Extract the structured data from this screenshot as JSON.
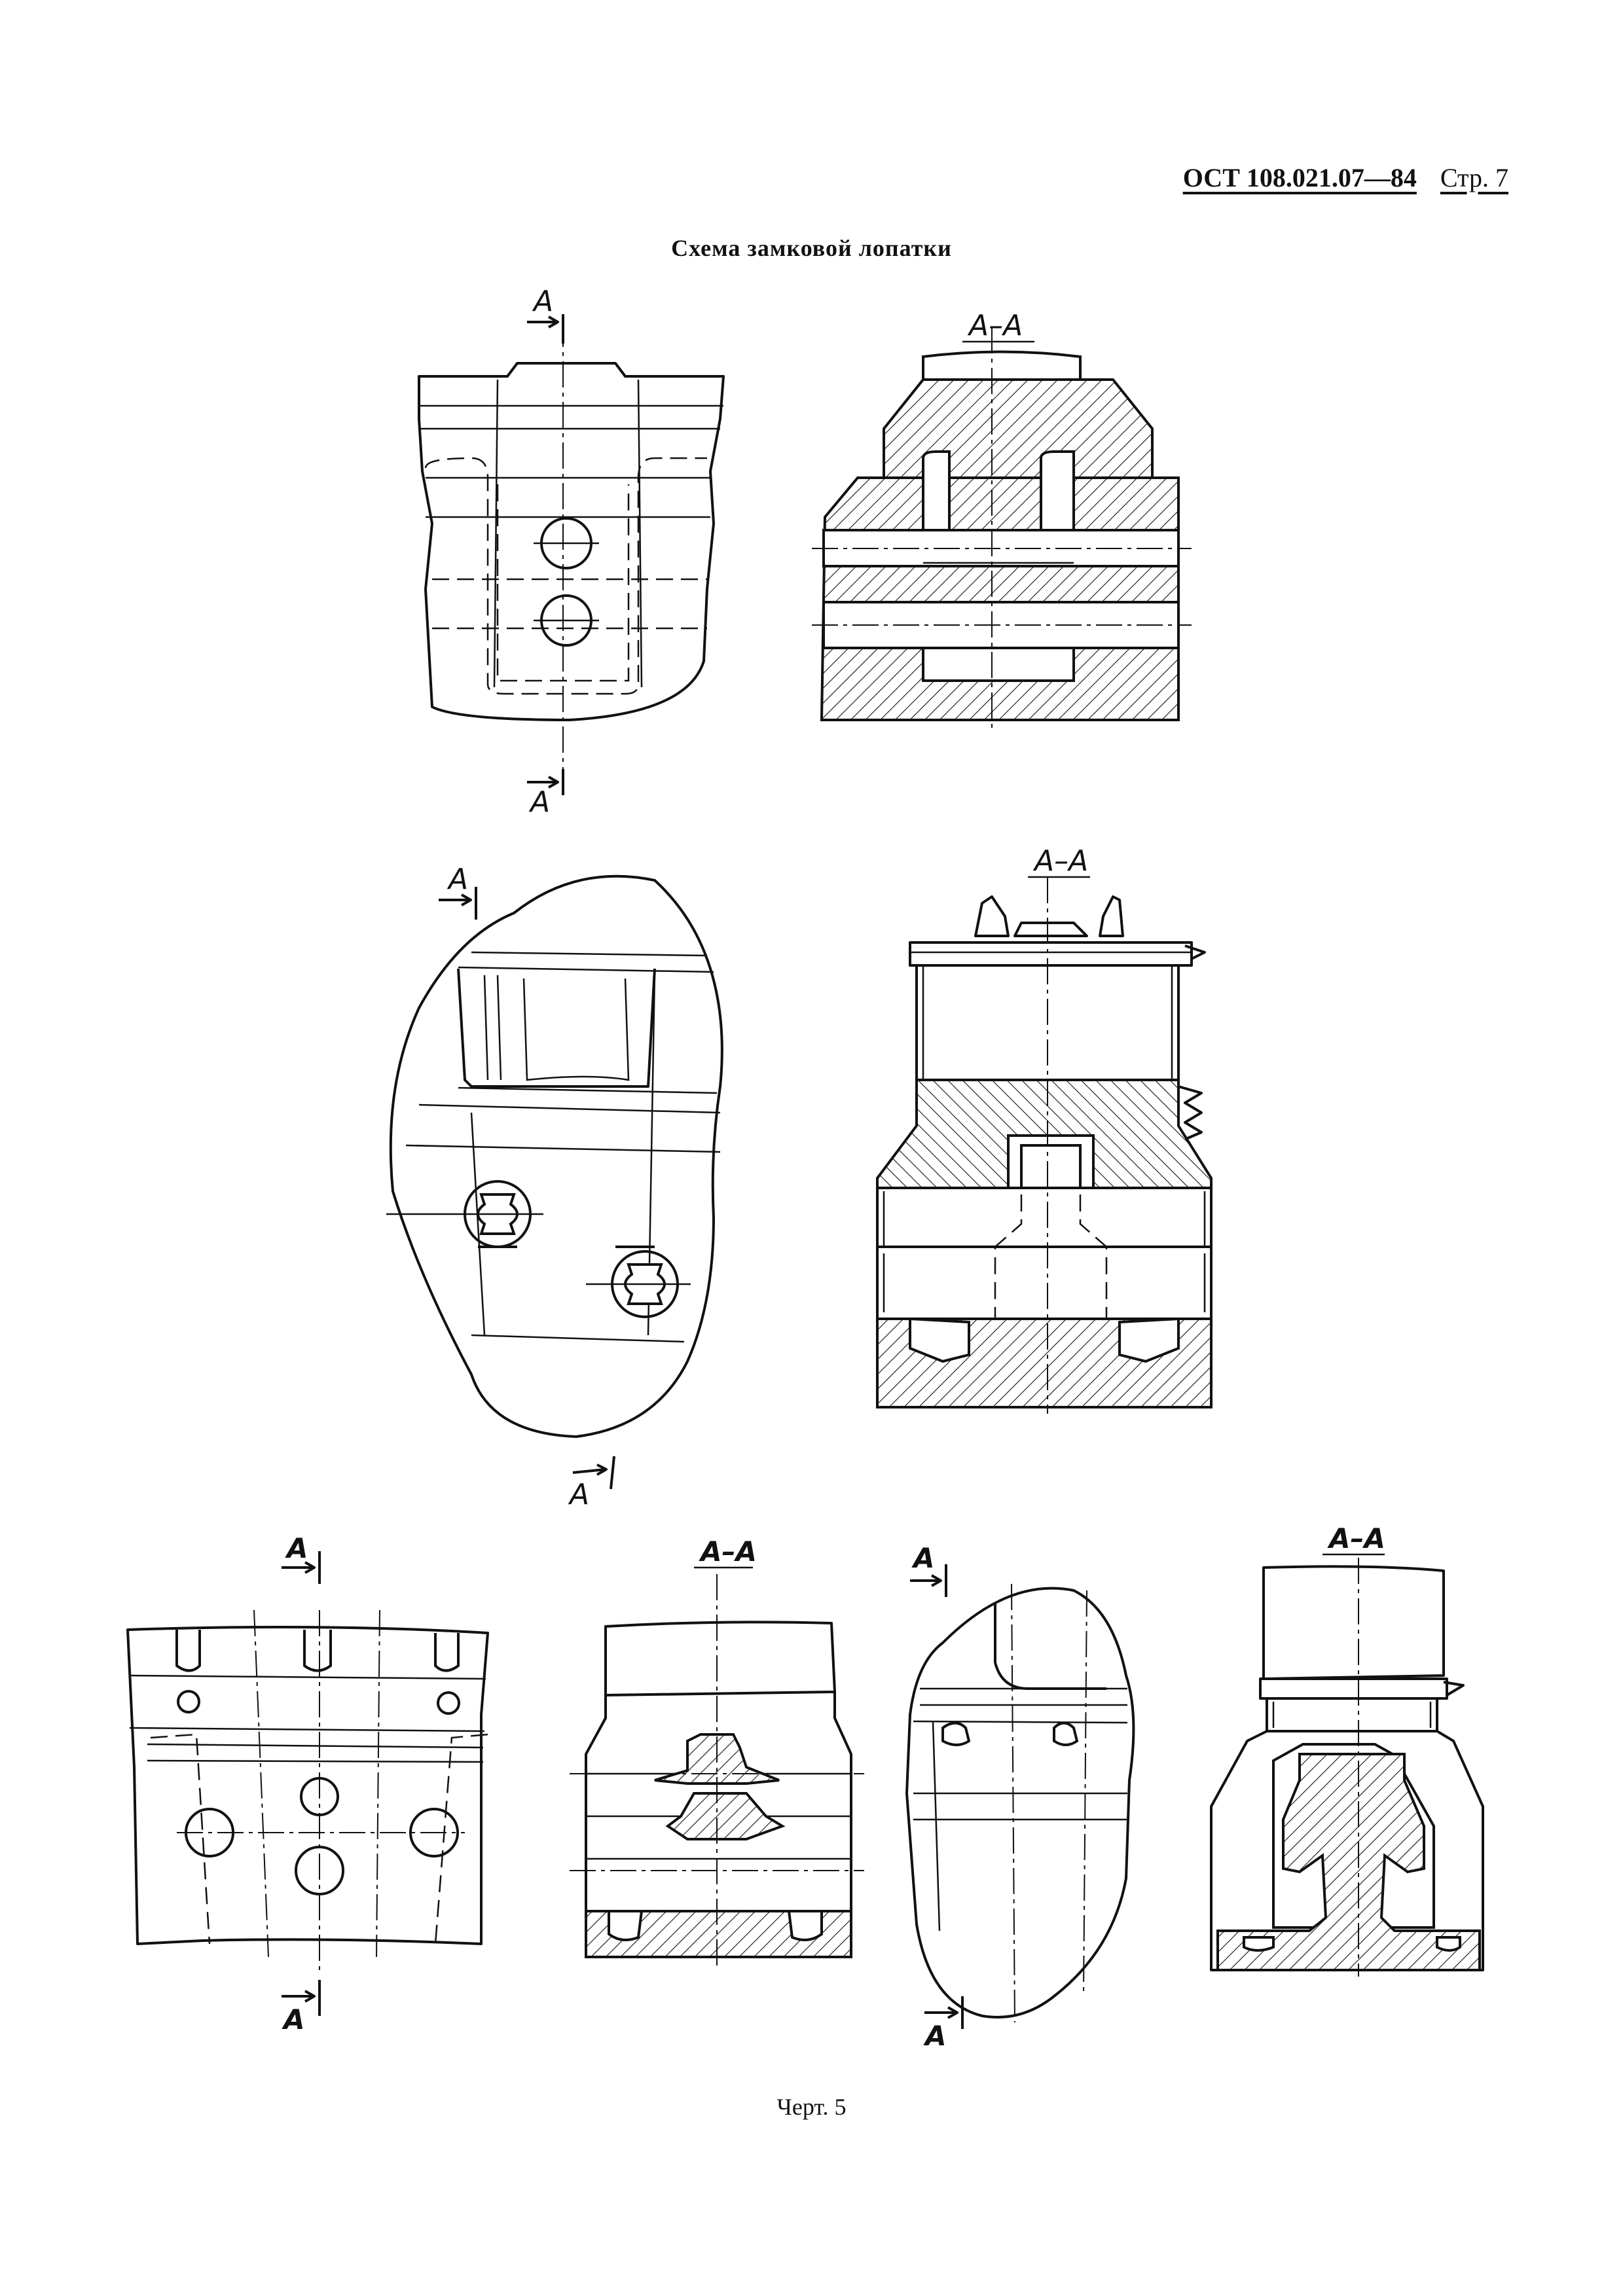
{
  "header": {
    "doc_code": "ОСТ 108.021.07—84",
    "page": "Стр. 7"
  },
  "title": "Схема замковой лопатки",
  "labels": {
    "section_mark": "А",
    "section_view": "А–А"
  },
  "caption": "Черт. 5"
}
